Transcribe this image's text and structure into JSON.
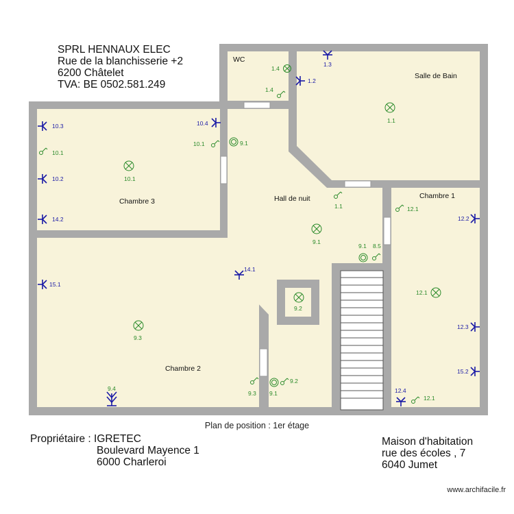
{
  "company": {
    "name": "SPRL HENNAUX ELEC",
    "street": "Rue de la blanchisserie +2",
    "city": "6200 Châtelet",
    "vat": "TVA: BE 0502.581.249"
  },
  "caption": "Plan de position : 1er étage",
  "owner": {
    "label": "Propriétaire : IGRETEC",
    "street": "Boulevard Mayence 1",
    "city": "6000 Charleroi"
  },
  "house": {
    "type": "Maison d'habitation",
    "street": "rue des écoles , 7",
    "city": "6040 Jumet"
  },
  "watermark": "www.archifacile.fr",
  "rooms": {
    "wc": "WC",
    "salle_de_bain": "Salle de Bain",
    "chambre1": "Chambre 1",
    "chambre2": "Chambre 2",
    "chambre3": "Chambre 3",
    "hall": "Hall de nuit"
  },
  "symbol_labels": {
    "wc_light": "1.4",
    "wc_switch": "1.4",
    "sdb_socket_top": "1.3",
    "sdb_socket_left": "1.2",
    "sdb_light": "1.1",
    "c3_socket_1": "10.3",
    "c3_switch": "10.1",
    "c3_socket_2": "10.2",
    "c3_socket_3": "14.2",
    "c3_light": "10.1",
    "c3_socket_right": "10.4",
    "c3_switch_right": "10.1",
    "hall_double_switch": "9.1",
    "hall_switch": "1.1",
    "hall_light": "9.1",
    "hall_switch_1": "9.1",
    "hall_switch_2": "8.5",
    "hall_socket": "14.1",
    "stair_light": "9.2",
    "c2_socket": "15.1",
    "c2_light": "9.3",
    "c2_tv": "9.4",
    "c2_switch": "9.3",
    "c2_double_switch_a": "9.2",
    "c2_double_switch_b": "9.1",
    "c1_switch_top": "12.1",
    "c1_socket_1": "12.2",
    "c1_light": "12.1",
    "c1_socket_2": "12.3",
    "c1_socket_3": "15.2",
    "c1_socket_bottom": "12.4",
    "c1_switch_bottom": "12.1"
  },
  "colors": {
    "wall": "#a9a9a9",
    "floor": "#f8f3da",
    "socket": "#1a1aa6",
    "light": "#2a8a2a"
  }
}
